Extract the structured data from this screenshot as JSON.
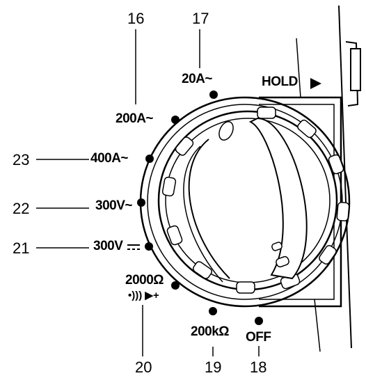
{
  "callouts": {
    "c16": "16",
    "c17": "17",
    "c18": "18",
    "c19": "19",
    "c20": "20",
    "c21": "21",
    "c22": "22",
    "c23": "23"
  },
  "positions": {
    "amp20": "20A~",
    "hold": "HOLD",
    "amp200": "200A~",
    "amp400": "400A~",
    "volt300ac": "300V~",
    "volt300dc": "300V",
    "ohm2000": "2000Ω",
    "continuity": "•))) ▶+",
    "kohm200": "200kΩ",
    "off": "OFF"
  },
  "icons": {
    "hold_arrow": "triangle-right-icon",
    "dc_symbol": "dc-voltage-icon",
    "selector_dot": "position-dot-icon"
  }
}
